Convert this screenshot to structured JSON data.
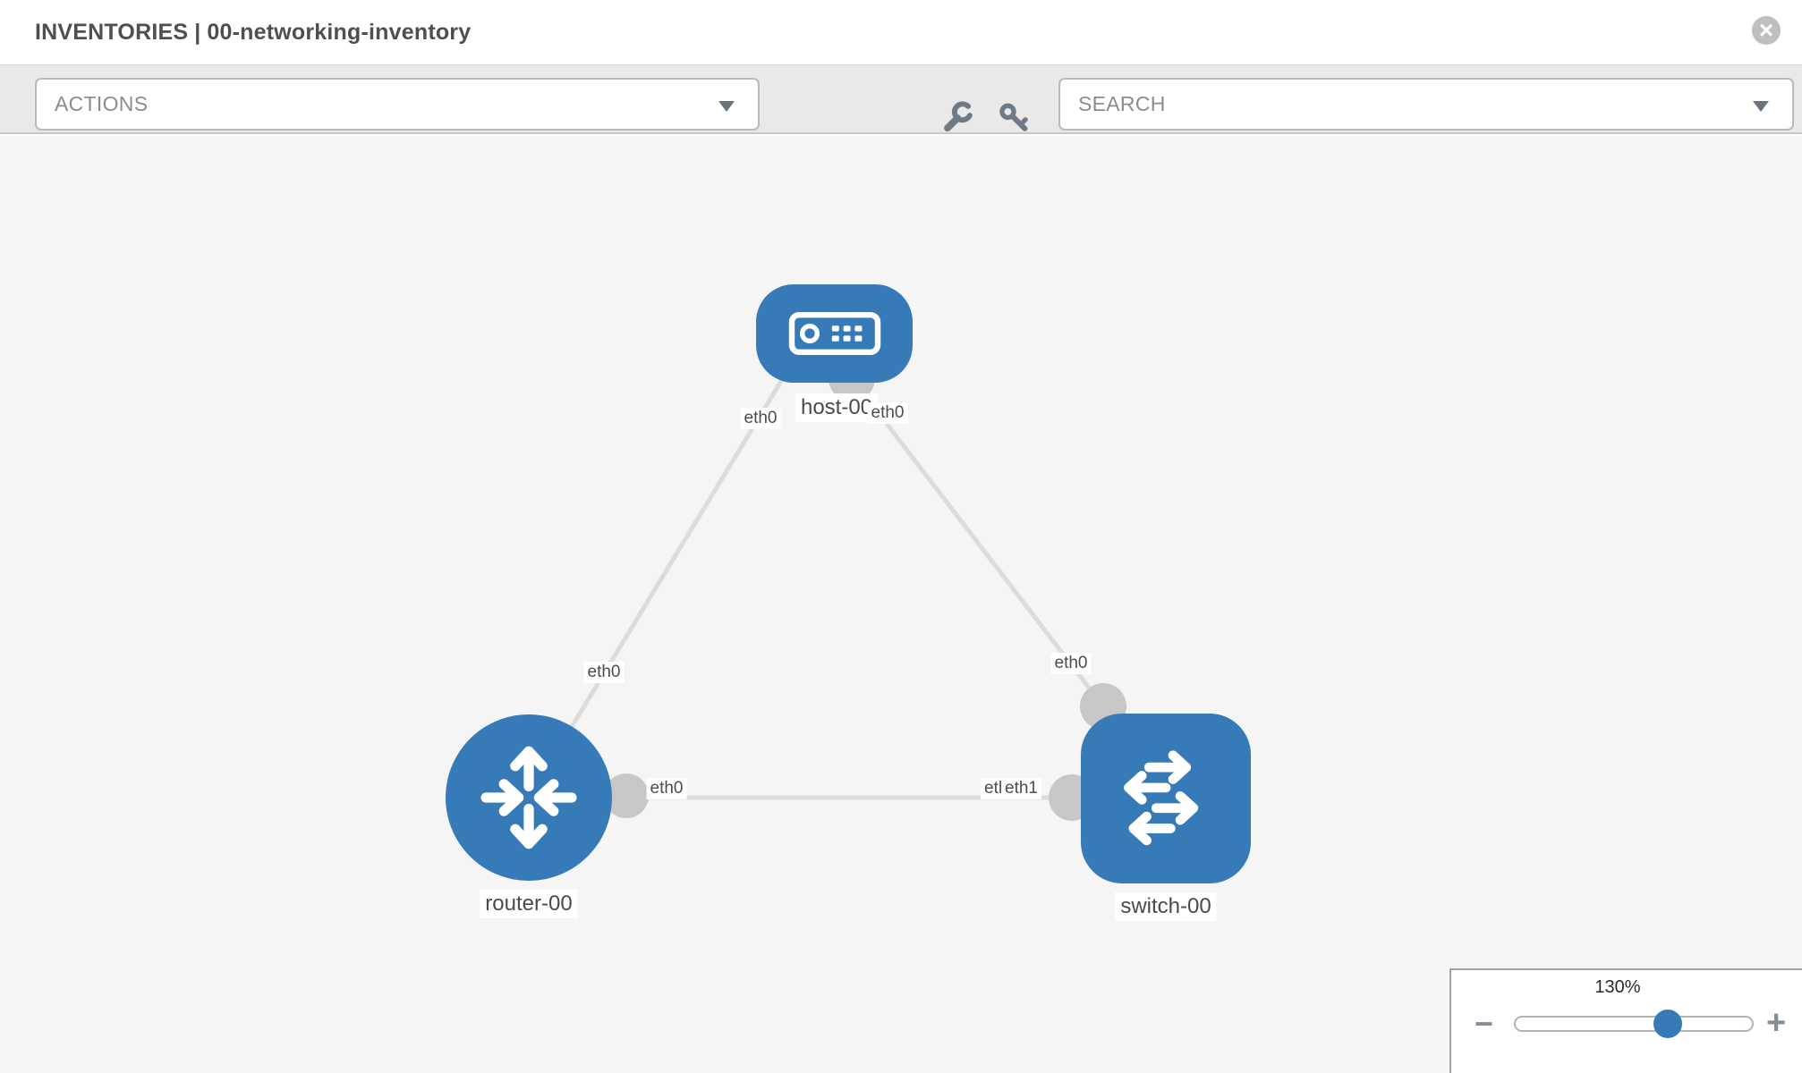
{
  "header": {
    "section": "INVENTORIES",
    "separator": "|",
    "inventory_name": "00-networking-inventory",
    "close_icon": "x-circle-icon"
  },
  "toolbar": {
    "actions_dropdown": {
      "value": "ACTIONS",
      "icon": "chevron-down-icon"
    },
    "tools": [
      {
        "name": "configure",
        "icon": "wrench-icon"
      },
      {
        "name": "credentials",
        "icon": "key-icon"
      }
    ],
    "search_dropdown": {
      "value": "SEARCH",
      "icon": "chevron-down-icon"
    }
  },
  "topology": {
    "nodes": [
      {
        "id": "host-00",
        "label": "host-00",
        "type": "host",
        "icon": "server-icon"
      },
      {
        "id": "router-00",
        "label": "router-00",
        "type": "router",
        "icon": "router-arrows-icon"
      },
      {
        "id": "switch-00",
        "label": "switch-00",
        "type": "switch",
        "icon": "switch-arrows-icon"
      }
    ],
    "links": [
      {
        "source": "host-00",
        "target": "router-00",
        "source_interface": "eth0",
        "target_interface": "eth0"
      },
      {
        "source": "host-00",
        "target": "switch-00",
        "source_interface": "eth0",
        "target_interface": "eth0"
      },
      {
        "source": "router-00",
        "target": "switch-00",
        "source_interface": "eth0",
        "target_interface": "eth1",
        "target_interface_underlay": "eth0"
      }
    ]
  },
  "zoom_control": {
    "level": "130%",
    "minus_glyph": "−",
    "plus_glyph": "+"
  },
  "glyphs": {
    "close": "×"
  },
  "colors": {
    "node_blue": "#377ab8",
    "link_gray": "#dcdcdc",
    "connector_gray": "#c7c7c7",
    "toolbar_bg": "#e9e9e9",
    "canvas_bg": "#f5f5f5",
    "tool_icon_gray": "#6e7a86",
    "label_text": "#4a4a4a"
  }
}
